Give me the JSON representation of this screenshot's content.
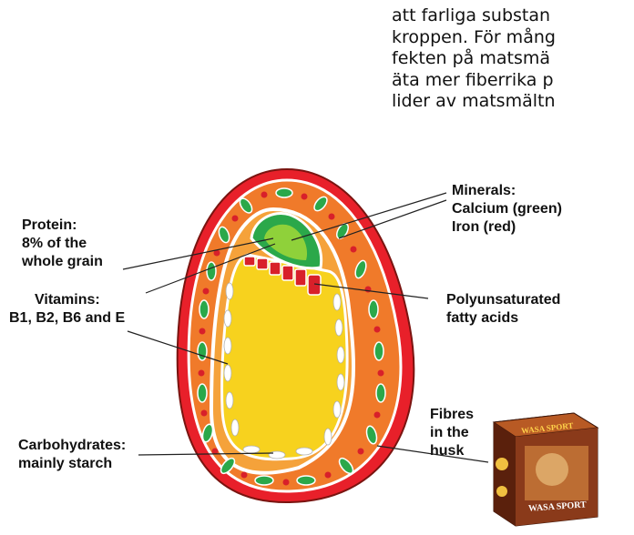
{
  "swedish_text": {
    "lines": [
      "att farliga substan",
      "kroppen. För mång",
      "fekten på matsmä",
      "äta mer fiberrika p",
      "lider av matsmältn"
    ]
  },
  "labels": {
    "protein": [
      "Protein:",
      "8% of the",
      "whole grain"
    ],
    "vitamins": [
      "Vitamins:",
      "B1, B2, B6 and E"
    ],
    "carbohydrates": [
      "Carbohydrates:",
      "mainly starch"
    ],
    "minerals": [
      "Minerals:",
      "Calcium (green)",
      "Iron (red)"
    ],
    "polyunsaturated": [
      "Polyunsaturated",
      "fatty acids"
    ],
    "fibres": [
      "Fibres",
      "in the",
      "husk"
    ]
  },
  "product": {
    "brand_top": "WASA SPORT",
    "brand_bottom": "WASA SPORT"
  },
  "colors": {
    "husk": "#e8202a",
    "outer_layer": "#f07a2a",
    "starch": "#f7d21e",
    "protein_green": "#1c9a3a",
    "mineral_red": "#d8202a",
    "box_brown": "#8a3a1a"
  }
}
